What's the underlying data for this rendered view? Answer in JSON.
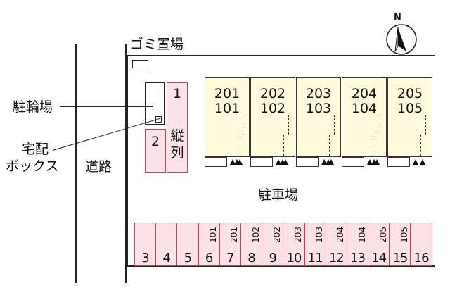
{
  "labels": {
    "garbage": "ゴミ置場",
    "bicycle": "駐輪場",
    "delivery_box_1": "宅配",
    "delivery_box_2": "ボックス",
    "road": "道路",
    "parking": "駐車場"
  },
  "compass": {
    "north": "N"
  },
  "units": [
    {
      "upper": "201",
      "lower": "101"
    },
    {
      "upper": "202",
      "lower": "102"
    },
    {
      "upper": "203",
      "lower": "103"
    },
    {
      "upper": "204",
      "lower": "104"
    },
    {
      "upper": "205",
      "lower": "105"
    }
  ],
  "side_spaces": {
    "space_1": "1",
    "tandem": [
      "縦",
      "列"
    ],
    "space_2": "2"
  },
  "parking_spaces": [
    {
      "no": "3",
      "unit": ""
    },
    {
      "no": "4",
      "unit": ""
    },
    {
      "no": "5",
      "unit": ""
    },
    {
      "no": "6",
      "unit": "101"
    },
    {
      "no": "7",
      "unit": "201"
    },
    {
      "no": "8",
      "unit": "102"
    },
    {
      "no": "9",
      "unit": "202"
    },
    {
      "no": "10",
      "unit": "203"
    },
    {
      "no": "11",
      "unit": "103"
    },
    {
      "no": "12",
      "unit": "204"
    },
    {
      "no": "13",
      "unit": "104"
    },
    {
      "no": "14",
      "unit": "205"
    },
    {
      "no": "15",
      "unit": "105"
    },
    {
      "no": "16",
      "unit": ""
    }
  ],
  "colors": {
    "building_fill": "#fffbdc",
    "space_fill": "#fbe2e6",
    "space_border": "#c44257"
  }
}
